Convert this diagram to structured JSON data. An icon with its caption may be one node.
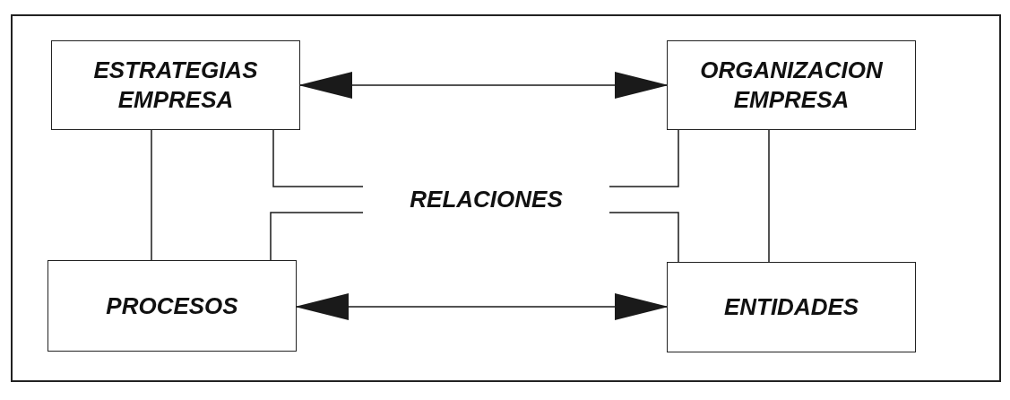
{
  "diagram": {
    "nodes": [
      {
        "text": [
          "ESTRATEGIAS EMPRESA"
        ]
      },
      {
        "text": [
          "ORGANIZACION EMPRESA"
        ]
      },
      {
        "text": [
          "RELACIONES"
        ]
      },
      {
        "text": [
          "PROCESOS"
        ]
      },
      {
        "text": [
          "ENTIDADES"
        ]
      }
    ],
    "edges": [
      {
        "from": 0,
        "to": 1,
        "arrow": "both"
      },
      {
        "from": 0,
        "to": 3,
        "arrow": "none"
      },
      {
        "from": 1,
        "to": 4,
        "arrow": "none"
      },
      {
        "from": 0,
        "to": 2,
        "arrow": "none"
      },
      {
        "from": 2,
        "to": 1,
        "arrow": "none"
      },
      {
        "from": 2,
        "to": 3,
        "arrow": "none"
      },
      {
        "from": 2,
        "to": 4,
        "arrow": "none"
      },
      {
        "from": 3,
        "to": 4,
        "arrow": "both"
      }
    ]
  }
}
